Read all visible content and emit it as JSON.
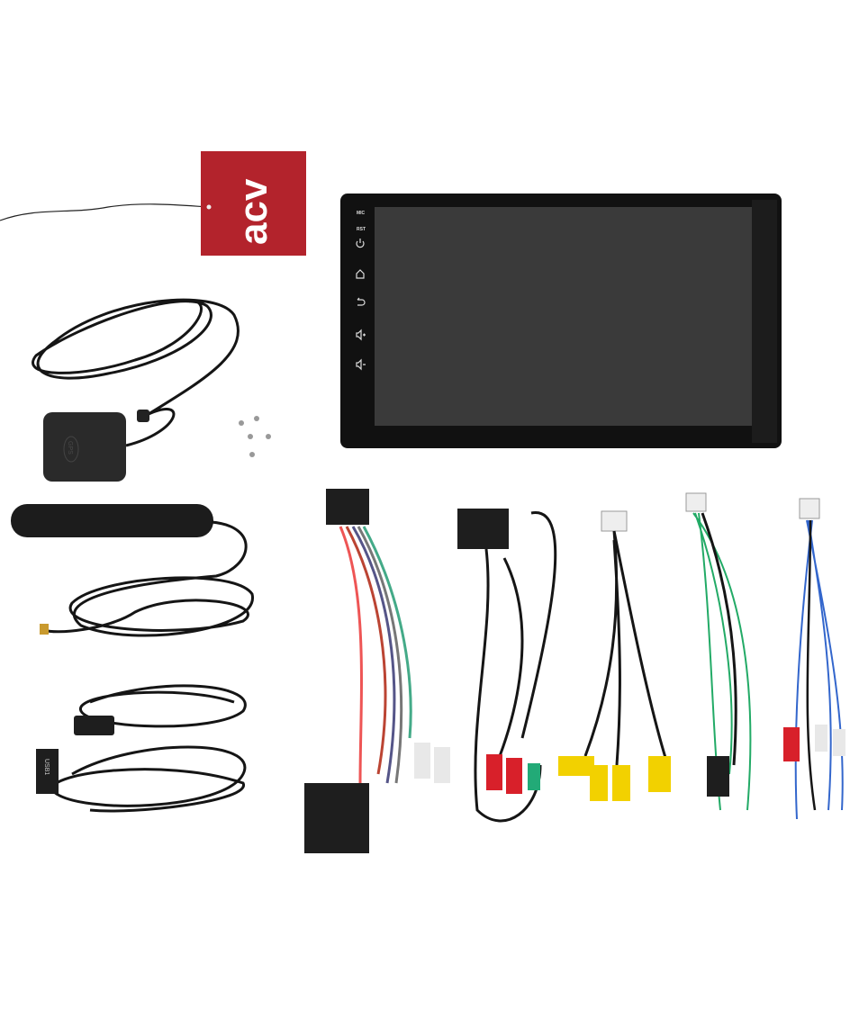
{
  "photo": {
    "tag_logo": "acv",
    "head_unit": {
      "labels": [
        "MIC",
        "RST"
      ],
      "buttons": [
        "power-icon",
        "home-icon",
        "back-icon",
        "volume-up-icon",
        "volume-down-icon"
      ]
    },
    "gps_antenna_label": "GPS",
    "usb_label": "USB1",
    "colors": {
      "tag_red": "#b3232c",
      "screen": "#3a3a3a",
      "bezel": "#111111",
      "rca_red": "#d8202a",
      "rca_yellow": "#f2d100",
      "rca_white": "#e8e8e8"
    }
  }
}
